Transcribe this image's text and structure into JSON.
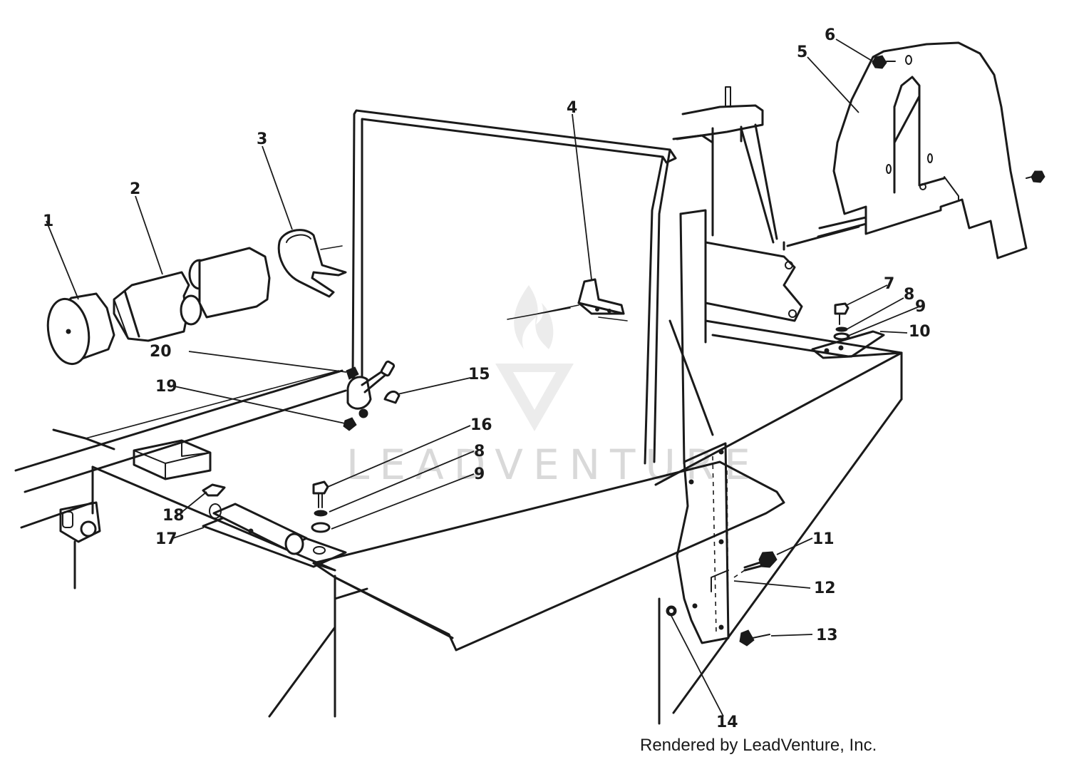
{
  "diagram": {
    "callouts": [
      {
        "id": "c1",
        "label": "1"
      },
      {
        "id": "c2",
        "label": "2"
      },
      {
        "id": "c3",
        "label": "3"
      },
      {
        "id": "c4",
        "label": "4"
      },
      {
        "id": "c5",
        "label": "5"
      },
      {
        "id": "c6",
        "label": "6"
      },
      {
        "id": "c7",
        "label": "7"
      },
      {
        "id": "c8a",
        "label": "8"
      },
      {
        "id": "c9a",
        "label": "9"
      },
      {
        "id": "c10",
        "label": "10"
      },
      {
        "id": "c11",
        "label": "11"
      },
      {
        "id": "c12",
        "label": "12"
      },
      {
        "id": "c13",
        "label": "13"
      },
      {
        "id": "c14",
        "label": "14"
      },
      {
        "id": "c15",
        "label": "15"
      },
      {
        "id": "c16",
        "label": "16"
      },
      {
        "id": "c8b",
        "label": "8"
      },
      {
        "id": "c9b",
        "label": "9"
      },
      {
        "id": "c17",
        "label": "17"
      },
      {
        "id": "c18",
        "label": "18"
      },
      {
        "id": "c19",
        "label": "19"
      },
      {
        "id": "c20",
        "label": "20"
      }
    ],
    "watermark": "LEADVENTURE",
    "credit": "Rendered by LeadVenture, Inc."
  }
}
